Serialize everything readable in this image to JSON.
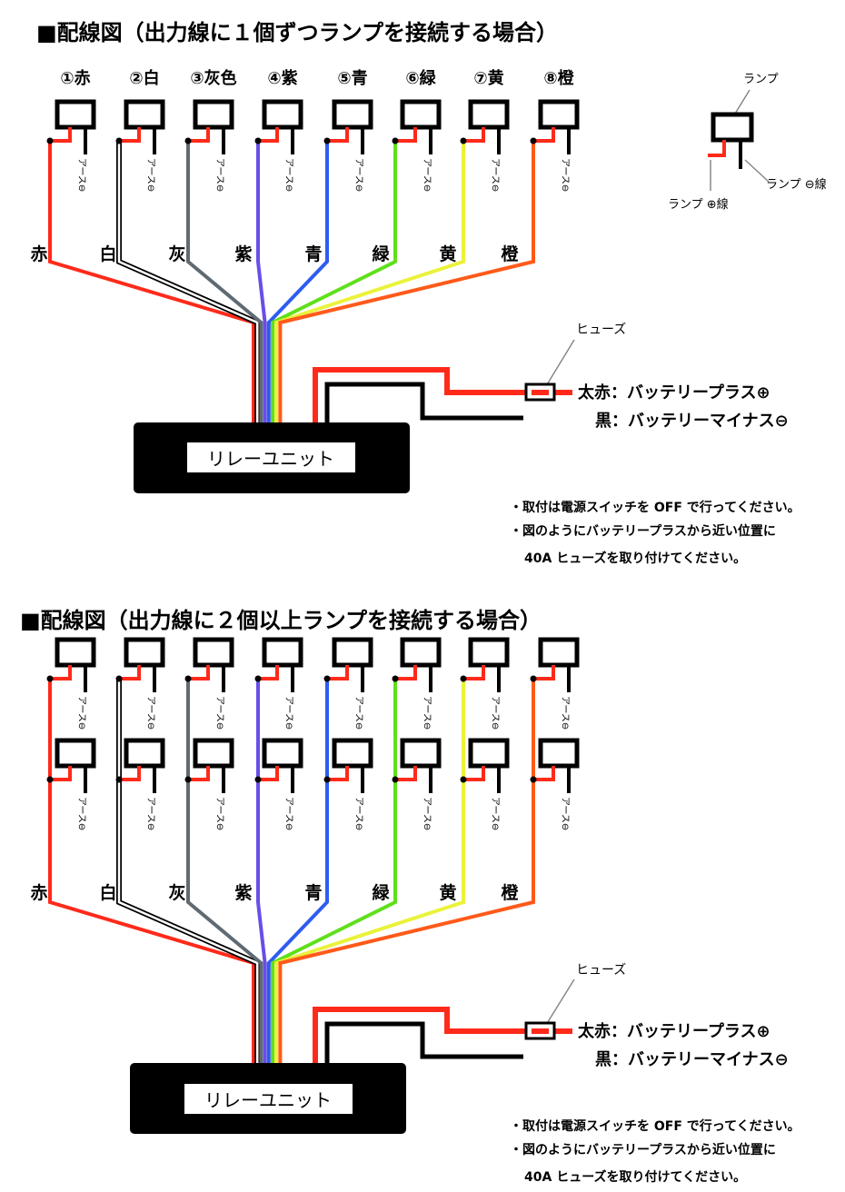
{
  "diagram1": {
    "title": "■配線図（出力線に１個ずつランプを接続する場合）",
    "channels": [
      {
        "num": "①",
        "name": "赤",
        "color": "#ff2a1a",
        "label": "赤"
      },
      {
        "num": "②",
        "name": "白",
        "color": "#ffffff",
        "label": "白"
      },
      {
        "num": "③",
        "name": "灰色",
        "color": "#5f6a72",
        "label": "灰"
      },
      {
        "num": "④",
        "name": "紫",
        "color": "#6a4ee8",
        "label": "紫"
      },
      {
        "num": "⑤",
        "name": "青",
        "color": "#2e5cf0",
        "label": "青"
      },
      {
        "num": "⑥",
        "name": "緑",
        "color": "#5fe01a",
        "label": "緑"
      },
      {
        "num": "⑦",
        "name": "黄",
        "color": "#eaf23a",
        "label": "黄"
      },
      {
        "num": "⑧",
        "name": "橙",
        "color": "#ff5a1a",
        "label": "橙"
      }
    ],
    "ground_label": "アース⊖",
    "legend": {
      "lamp": "ランプ",
      "plus_wire": "ランプ ⊕線",
      "minus_wire": "ランプ ⊖線"
    },
    "fuse_label": "ヒューズ",
    "battery_plus": "太赤：バッテリープラス⊕",
    "battery_minus": "黒：バッテリーマイナス⊖",
    "relay_unit": "リレーユニット",
    "notes": [
      "・取付は電源スイッチを OFF で行ってください。",
      "・図のようにバッテリープラスから近い位置に",
      "40A ヒューズを取り付けてください。"
    ]
  },
  "diagram2": {
    "title": "■配線図（出力線に２個以上ランプを接続する場合）",
    "channels": [
      {
        "color": "#ff2a1a",
        "label": "赤"
      },
      {
        "color": "#ffffff",
        "label": "白"
      },
      {
        "color": "#5f6a72",
        "label": "灰"
      },
      {
        "color": "#6a4ee8",
        "label": "紫"
      },
      {
        "color": "#2e5cf0",
        "label": "青"
      },
      {
        "color": "#5fe01a",
        "label": "緑"
      },
      {
        "color": "#eaf23a",
        "label": "黄"
      },
      {
        "color": "#ff5a1a",
        "label": "橙"
      }
    ],
    "ground_label": "アース⊖",
    "fuse_label": "ヒューズ",
    "battery_plus": "太赤：バッテリープラス⊕",
    "battery_minus": "黒：バッテリーマイナス⊖",
    "relay_unit": "リレーユニット",
    "notes": [
      "・取付は電源スイッチを OFF で行ってください。",
      "・図のようにバッテリープラスから近い位置に",
      "40A ヒューズを取り付けてください。"
    ]
  },
  "colors": {
    "lamp_plus": "#ff2a1a",
    "ground": "#000000",
    "battery_plus": "#ff2a1a",
    "battery_minus": "#000000",
    "relay_body": "#000000",
    "fuse_outline": "#000000"
  }
}
